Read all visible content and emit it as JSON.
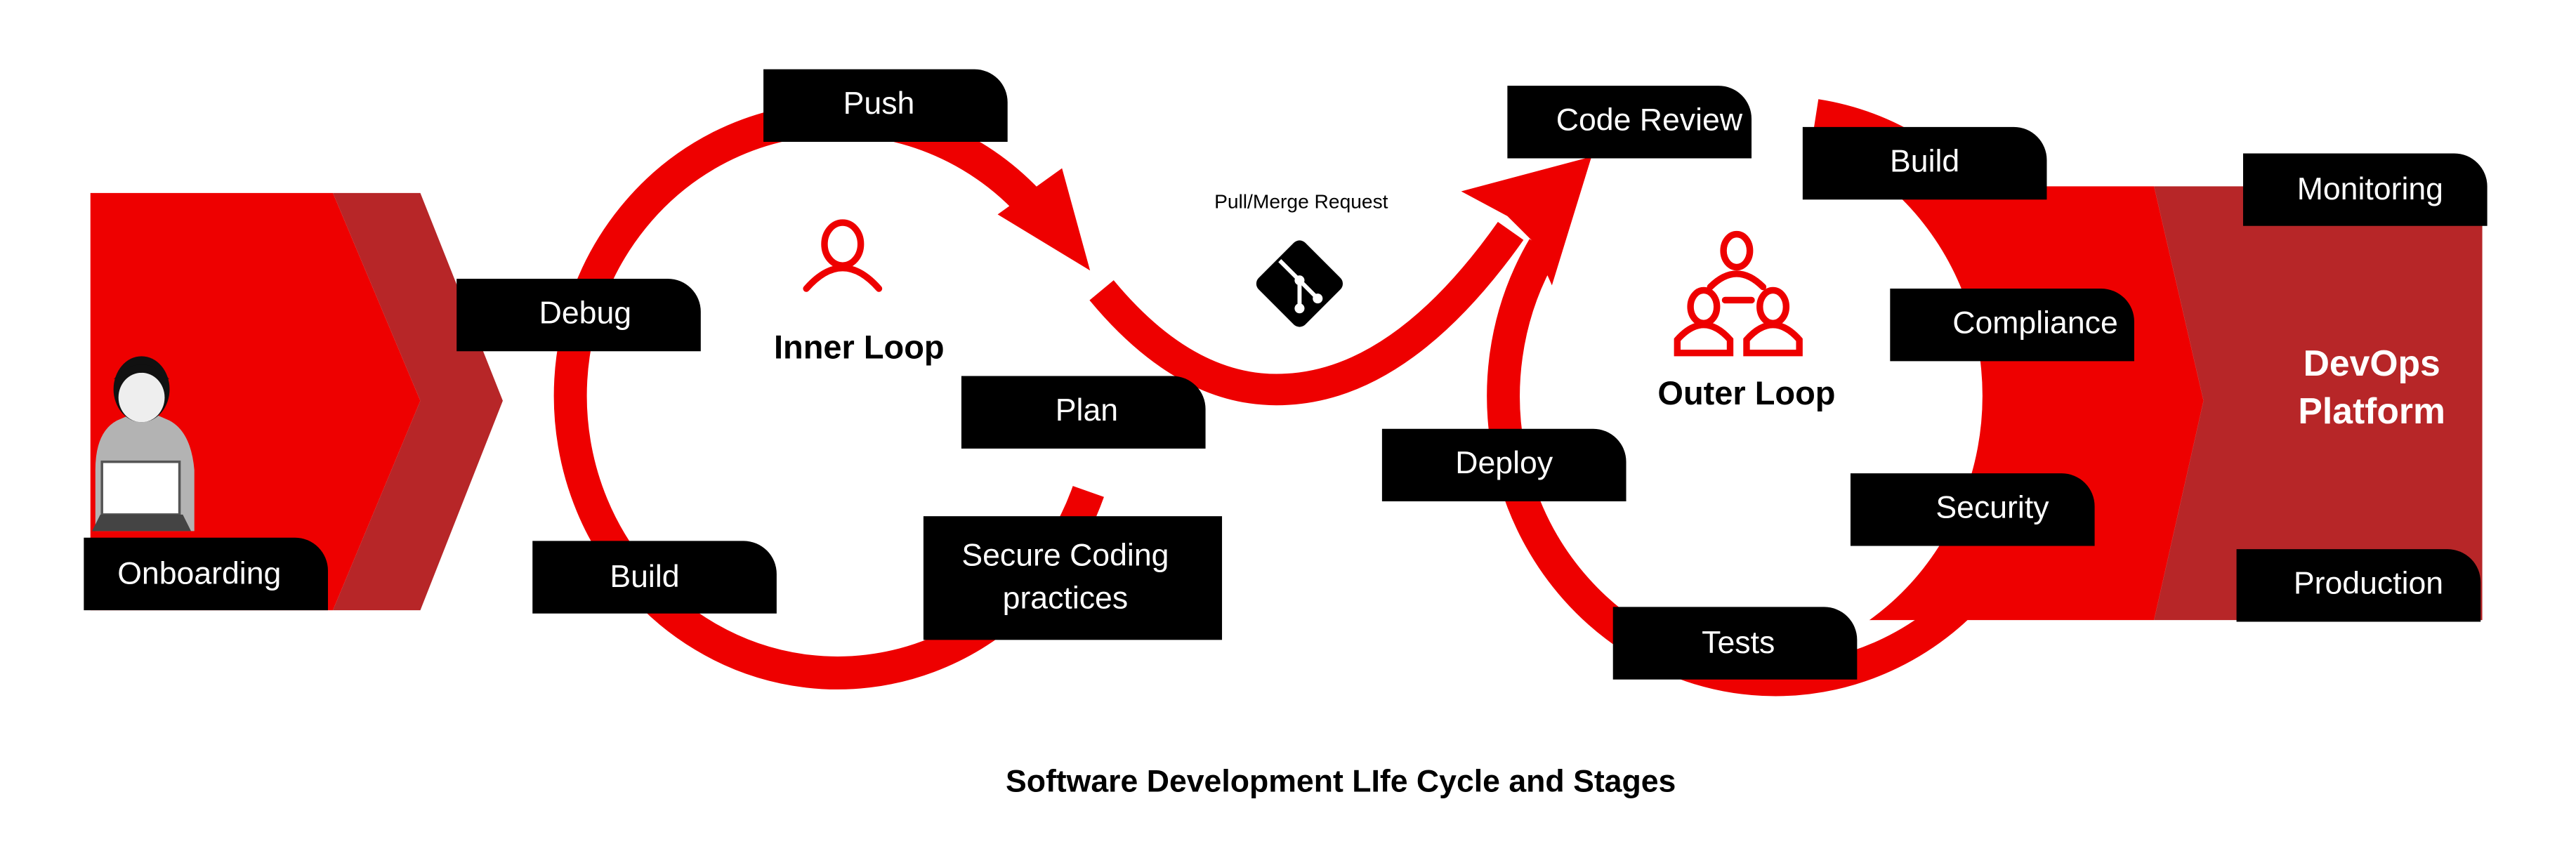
{
  "colors": {
    "red": "#ee0000",
    "dark_red": "#b72628",
    "black": "#000000",
    "white": "#ffffff",
    "gray": "#b3b3b3"
  },
  "onboarding": {
    "label": "Onboarding",
    "icon": "person-laptop-icon"
  },
  "inner_loop": {
    "title": "Inner Loop",
    "icon": "user-icon",
    "stages": {
      "push": "Push",
      "debug": "Debug",
      "plan": "Plan",
      "build": "Build",
      "secure_coding_1": "Secure Coding",
      "secure_coding_2": "practices"
    }
  },
  "pull_request": {
    "label": "Pull/Merge Request",
    "icon": "git-icon"
  },
  "outer_loop": {
    "title": "Outer Loop",
    "icon": "team-icon",
    "stages": {
      "code_review": "Code Review",
      "build": "Build",
      "compliance": "Compliance",
      "deploy": "Deploy",
      "security": "Security",
      "tests": "Tests"
    }
  },
  "platform": {
    "title_line1": "DevOps",
    "title_line2": "Platform",
    "stages": {
      "monitoring": "Monitoring",
      "production": "Production"
    }
  },
  "caption": "Software Development LIfe Cycle and Stages"
}
